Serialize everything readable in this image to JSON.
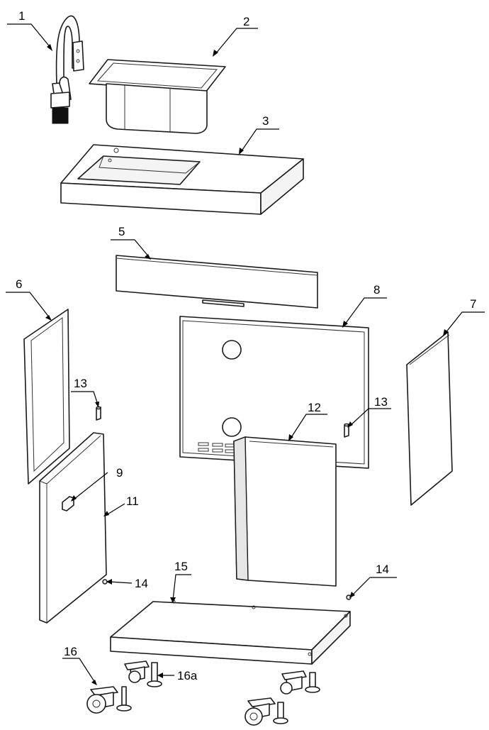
{
  "callouts": [
    {
      "id": "1",
      "label": "1"
    },
    {
      "id": "2",
      "label": "2"
    },
    {
      "id": "3",
      "label": "3"
    },
    {
      "id": "5",
      "label": "5"
    },
    {
      "id": "6",
      "label": "6"
    },
    {
      "id": "7",
      "label": "7"
    },
    {
      "id": "8",
      "label": "8"
    },
    {
      "id": "9",
      "label": "9"
    },
    {
      "id": "11",
      "label": "11"
    },
    {
      "id": "12",
      "label": "12"
    },
    {
      "id": "13a",
      "label": "13"
    },
    {
      "id": "13b",
      "label": "13"
    },
    {
      "id": "14a",
      "label": "14"
    },
    {
      "id": "14b",
      "label": "14"
    },
    {
      "id": "15",
      "label": "15"
    },
    {
      "id": "16",
      "label": "16"
    },
    {
      "id": "16a",
      "label": "16a"
    }
  ]
}
